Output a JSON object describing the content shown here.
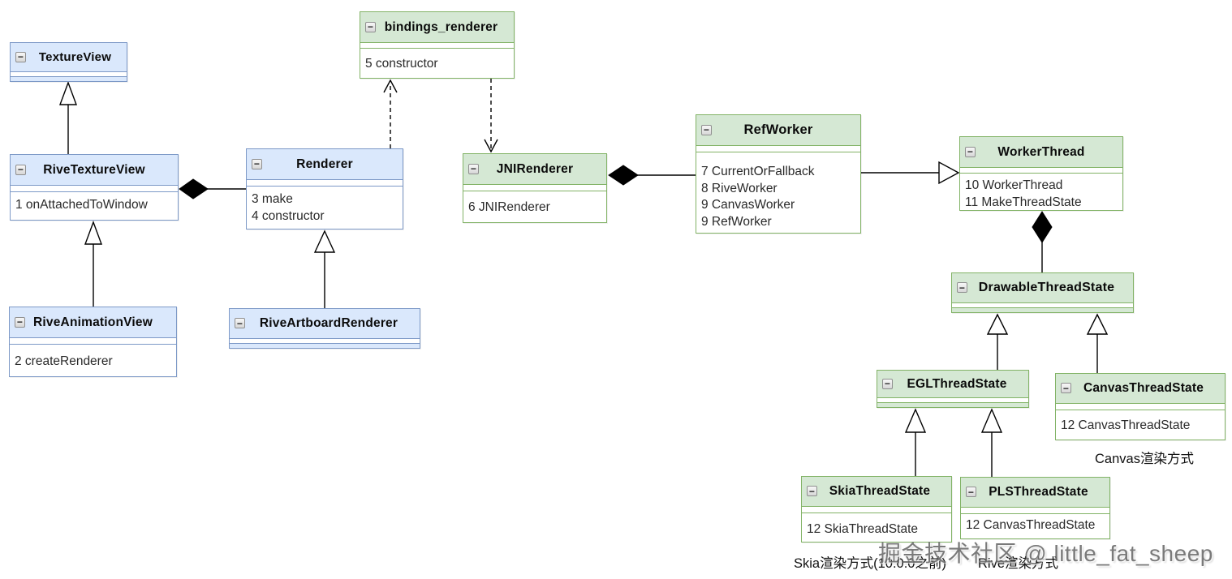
{
  "colors": {
    "blue_fill": "#dae8fc",
    "blue_border": "#7d99c7",
    "green_fill": "#d5e8d4",
    "green_border": "#82b366",
    "line": "#000000",
    "watermark_gray": "#6f6f6f"
  },
  "icons": {
    "collapse": "−"
  },
  "classes": {
    "textureView": {
      "title": "TextureView",
      "members": []
    },
    "riveTextureView": {
      "title": "RiveTextureView",
      "members": [
        "1 onAttachedToWindow"
      ]
    },
    "riveAnimationView": {
      "title": "RiveAnimationView",
      "members": [
        "2 createRenderer"
      ]
    },
    "renderer": {
      "title": "Renderer",
      "members": [
        "3 make",
        "4 constructor"
      ]
    },
    "riveArtboardRenderer": {
      "title": "RiveArtboardRenderer",
      "members": []
    },
    "bindingsRenderer": {
      "title": "bindings_renderer",
      "members": [
        "5 constructor"
      ]
    },
    "jniRenderer": {
      "title": "JNIRenderer",
      "members": [
        "6 JNIRenderer"
      ]
    },
    "refWorker": {
      "title": "RefWorker",
      "members": [
        "7 CurrentOrFallback",
        "8 RiveWorker",
        "9 CanvasWorker",
        "9 RefWorker"
      ]
    },
    "workerThread": {
      "title": "WorkerThread",
      "members": [
        "10 WorkerThread",
        "11 MakeThreadState"
      ]
    },
    "drawableThreadState": {
      "title": "DrawableThreadState",
      "members": []
    },
    "eglThreadState": {
      "title": "EGLThreadState",
      "members": []
    },
    "canvasThreadState": {
      "title": "CanvasThreadState",
      "members": [
        "12 CanvasThreadState"
      ]
    },
    "skiaThreadState": {
      "title": "SkiaThreadState",
      "members": [
        "12 SkiaThreadState"
      ]
    },
    "plsThreadState": {
      "title": "PLSThreadState",
      "members": [
        "12 CanvasThreadState"
      ]
    }
  },
  "annotations": {
    "canvas_mode": "Canvas渲染方式",
    "skia_mode": "Skia渲染方式(10.0.0之前)",
    "rive_mode": "Rive渲染方式"
  },
  "watermark": "掘金技术社区 @ little_fat_sheep"
}
